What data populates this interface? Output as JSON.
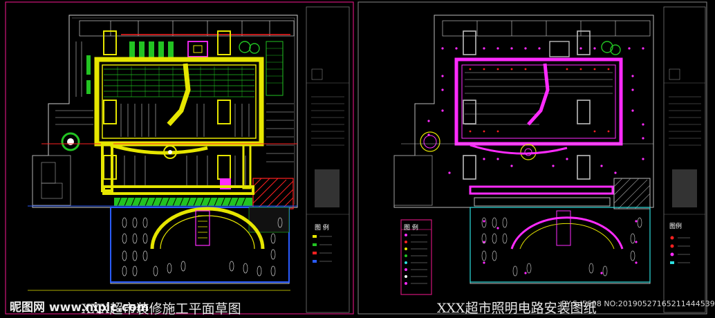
{
  "drawings": {
    "left": {
      "title": "XXX超市装修施工平面草图",
      "legend_title": "图 例"
    },
    "right": {
      "title": "XXX超市照明电路安装图纸",
      "legend_title": "图例"
    }
  },
  "middle_legend": {
    "title": "图 例"
  },
  "watermark": {
    "site": "昵图网 www.nipic.com",
    "id": "BY:Sd5698 NO:20190527165211444539"
  },
  "colors": {
    "background": "#000000",
    "frame": "#d0147a",
    "yellow": "#e6e600",
    "green": "#22c322",
    "magenta": "#ff2bff",
    "red": "#ff2020",
    "blue": "#2a5cff",
    "cyan": "#2de0e0"
  }
}
